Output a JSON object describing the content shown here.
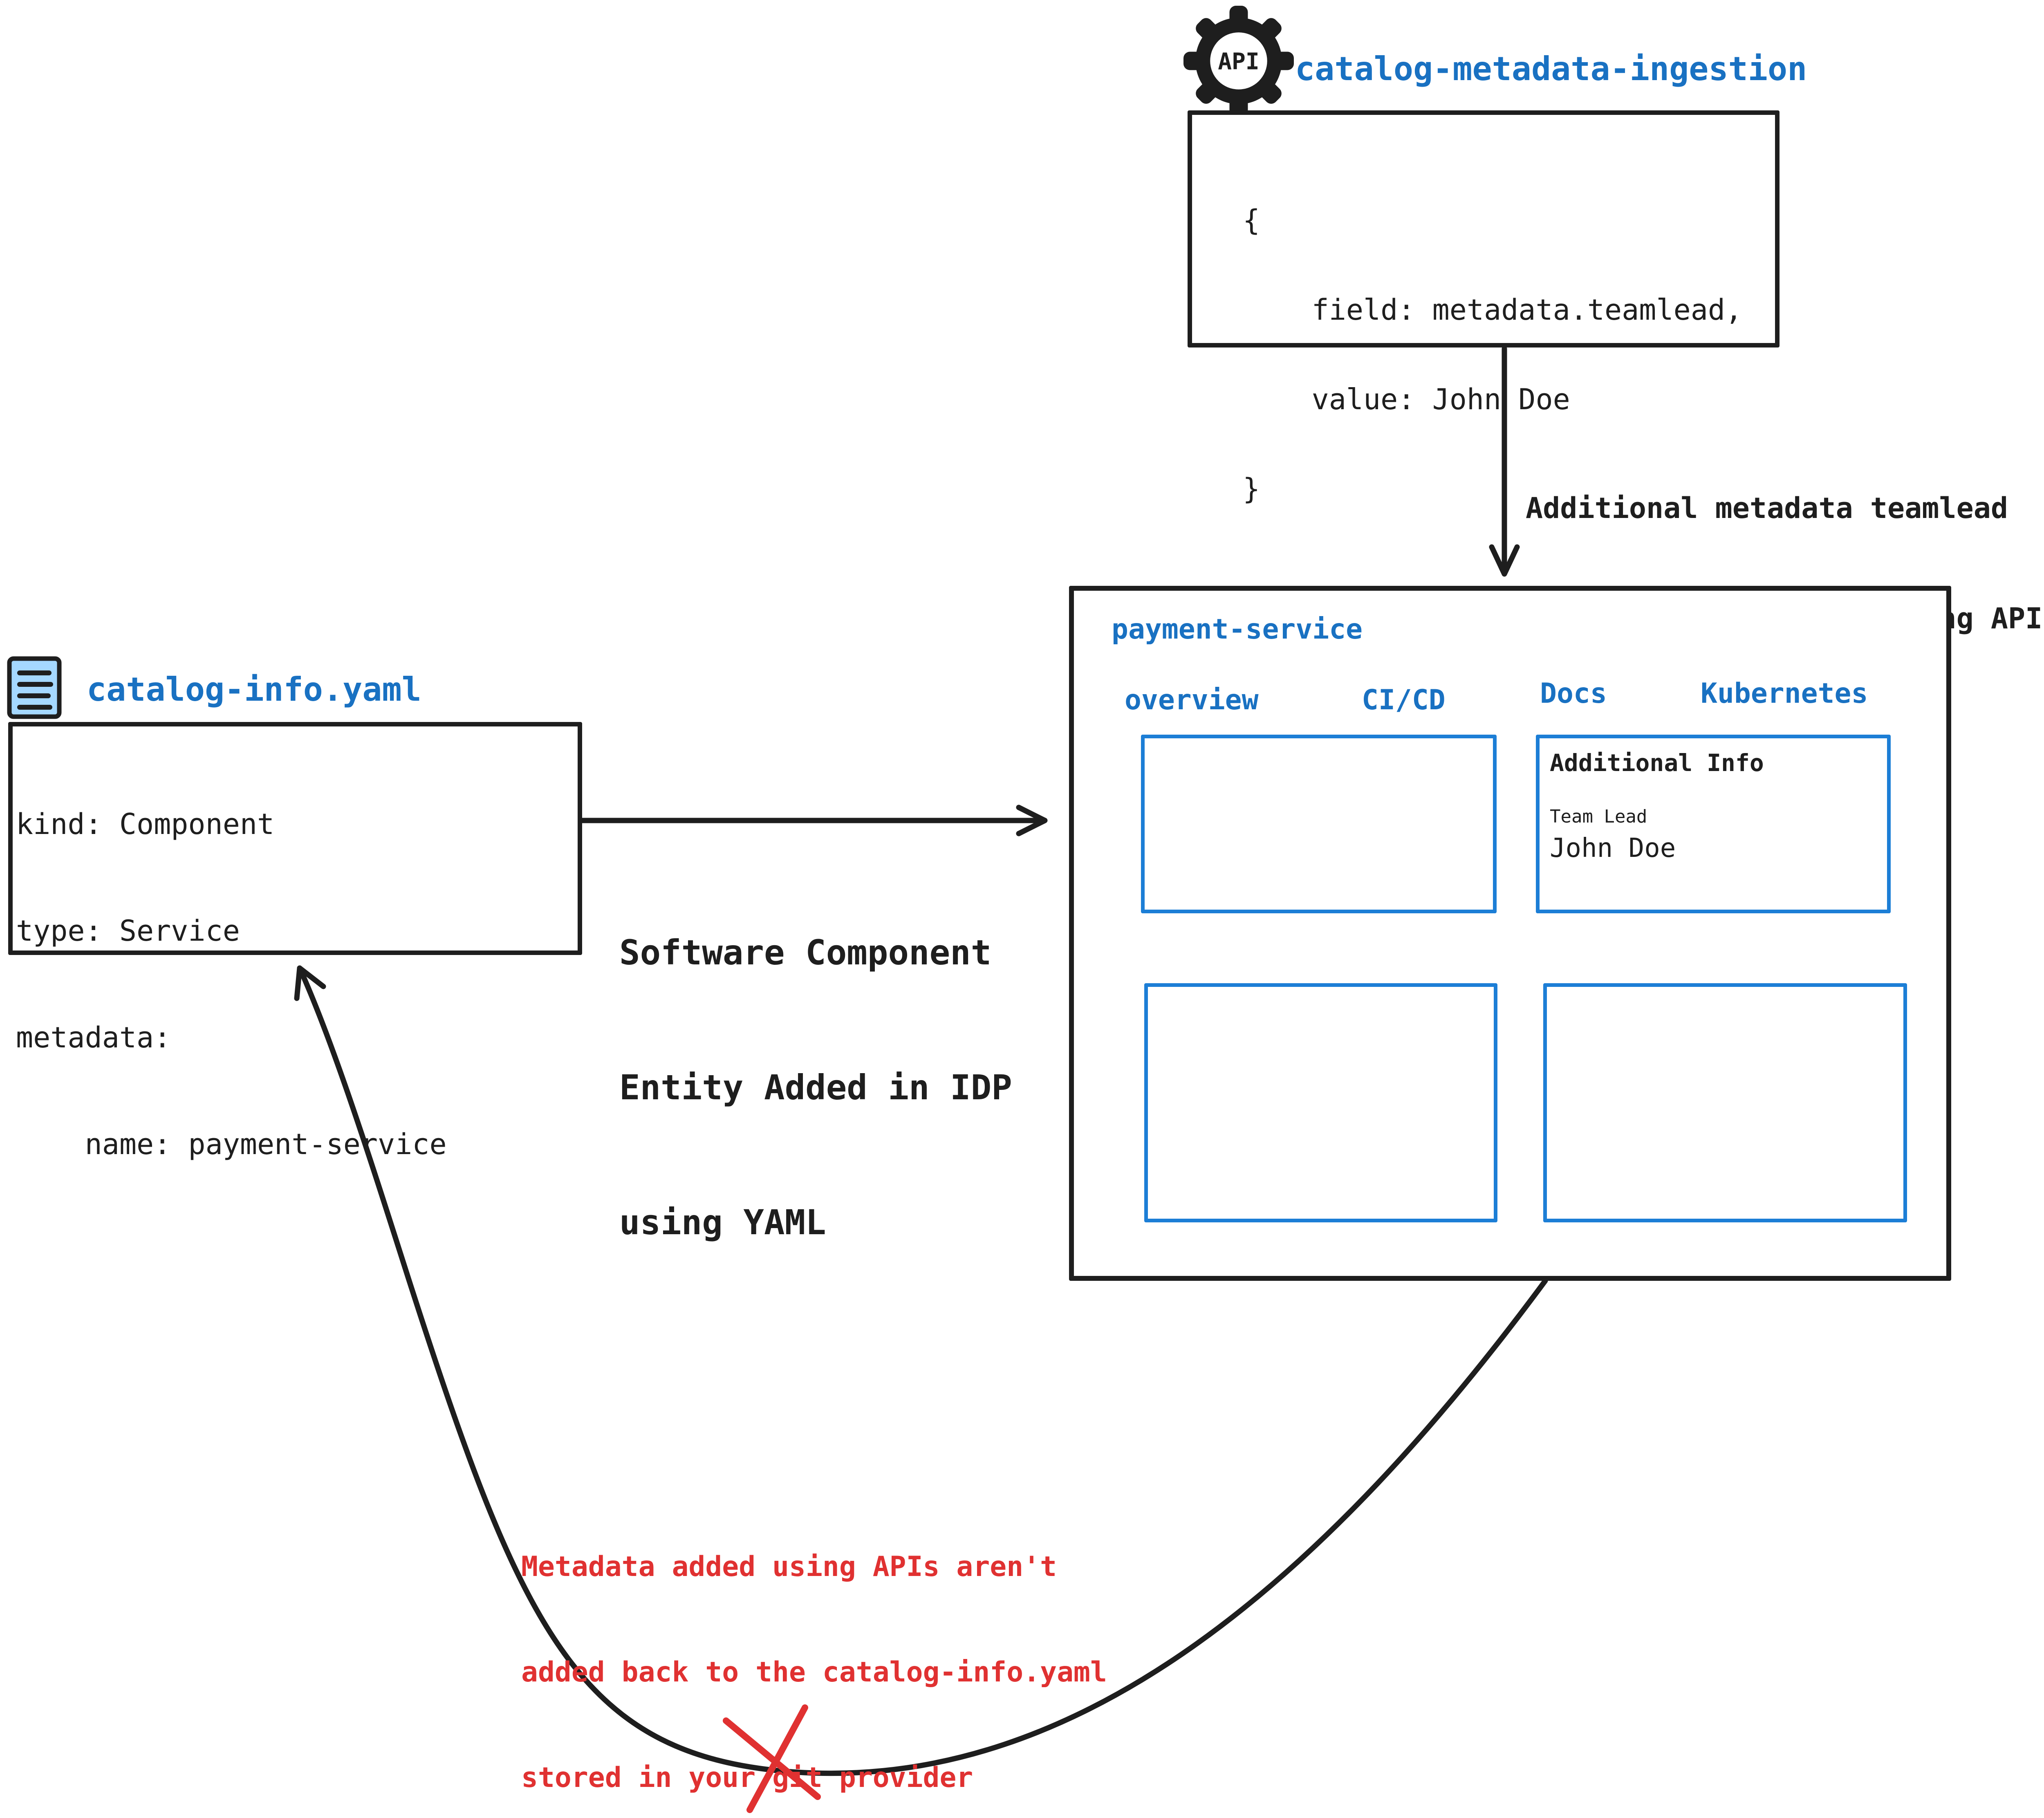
{
  "colors": {
    "ink": "#1e1e1e",
    "accent_blue": "#1971c2",
    "card_blue": "#1c7ed6",
    "warning_red": "#e03131",
    "file_icon_fill": "#a5d8ff"
  },
  "api_service": {
    "icon_label": "API",
    "title": "catalog-metadata-ingestion",
    "code_lines": [
      "{",
      "    field: metadata.teamlead,",
      "    value: John Doe",
      "}"
    ]
  },
  "api_arrow": {
    "label_line1": "Additional metadata teamlead",
    "label_line2": "added to the catalog using APIs"
  },
  "idp": {
    "title": "payment-service",
    "tabs": [
      {
        "label": "overview"
      },
      {
        "label": "CI/CD"
      },
      {
        "label": "Docs"
      },
      {
        "label": "Kubernetes"
      }
    ],
    "docs_card": {
      "title": "Additional Info",
      "field_label": "Team Lead",
      "field_value": "John Doe"
    }
  },
  "yaml_file": {
    "title": "catalog-info.yaml",
    "code_lines": [
      "kind: Component",
      "type: Service",
      "metadata:",
      "    name: payment-service"
    ]
  },
  "yaml_arrow": {
    "label_line1": "Software Component",
    "label_line2": "Entity Added in IDP",
    "label_line3": "using YAML"
  },
  "feedback_note": {
    "line1": "Metadata added using APIs aren't",
    "line2": "added back to the catalog-info.yaml",
    "line3": "stored in your git provider"
  }
}
